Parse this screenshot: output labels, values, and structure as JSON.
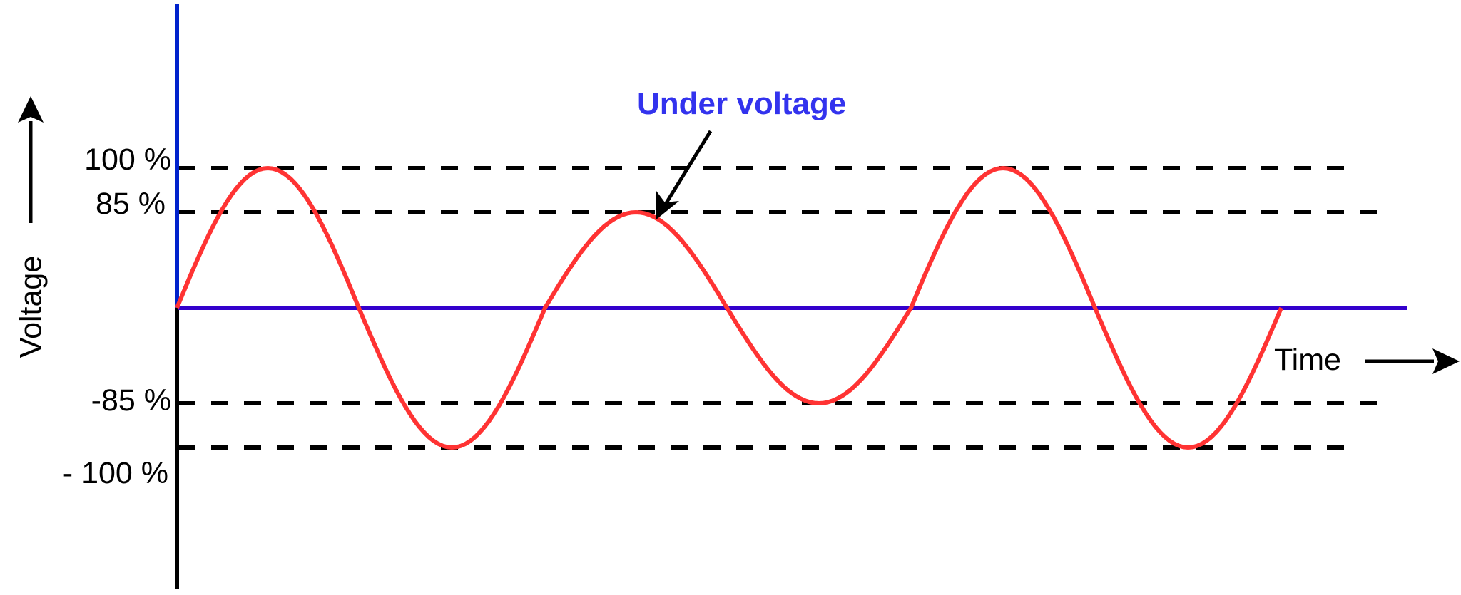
{
  "title": "Under voltage",
  "y_axis_label": "Voltage",
  "x_axis_label": "Time",
  "levels": [
    {
      "label": "100 %",
      "value": 100
    },
    {
      "label": "85 %",
      "value": 85
    },
    {
      "label": "-85 %",
      "value": -85
    },
    {
      "label": "- 100 %",
      "value": -100
    }
  ],
  "waveform": {
    "half_cycle_peaks": [
      100,
      -100,
      85,
      -85,
      100,
      -100
    ],
    "color": "#ff3333"
  },
  "colors": {
    "axis_top": "#0022cc",
    "zero_line": "#3300cc",
    "annotation": "#3333ee",
    "dashes": "#000000"
  }
}
